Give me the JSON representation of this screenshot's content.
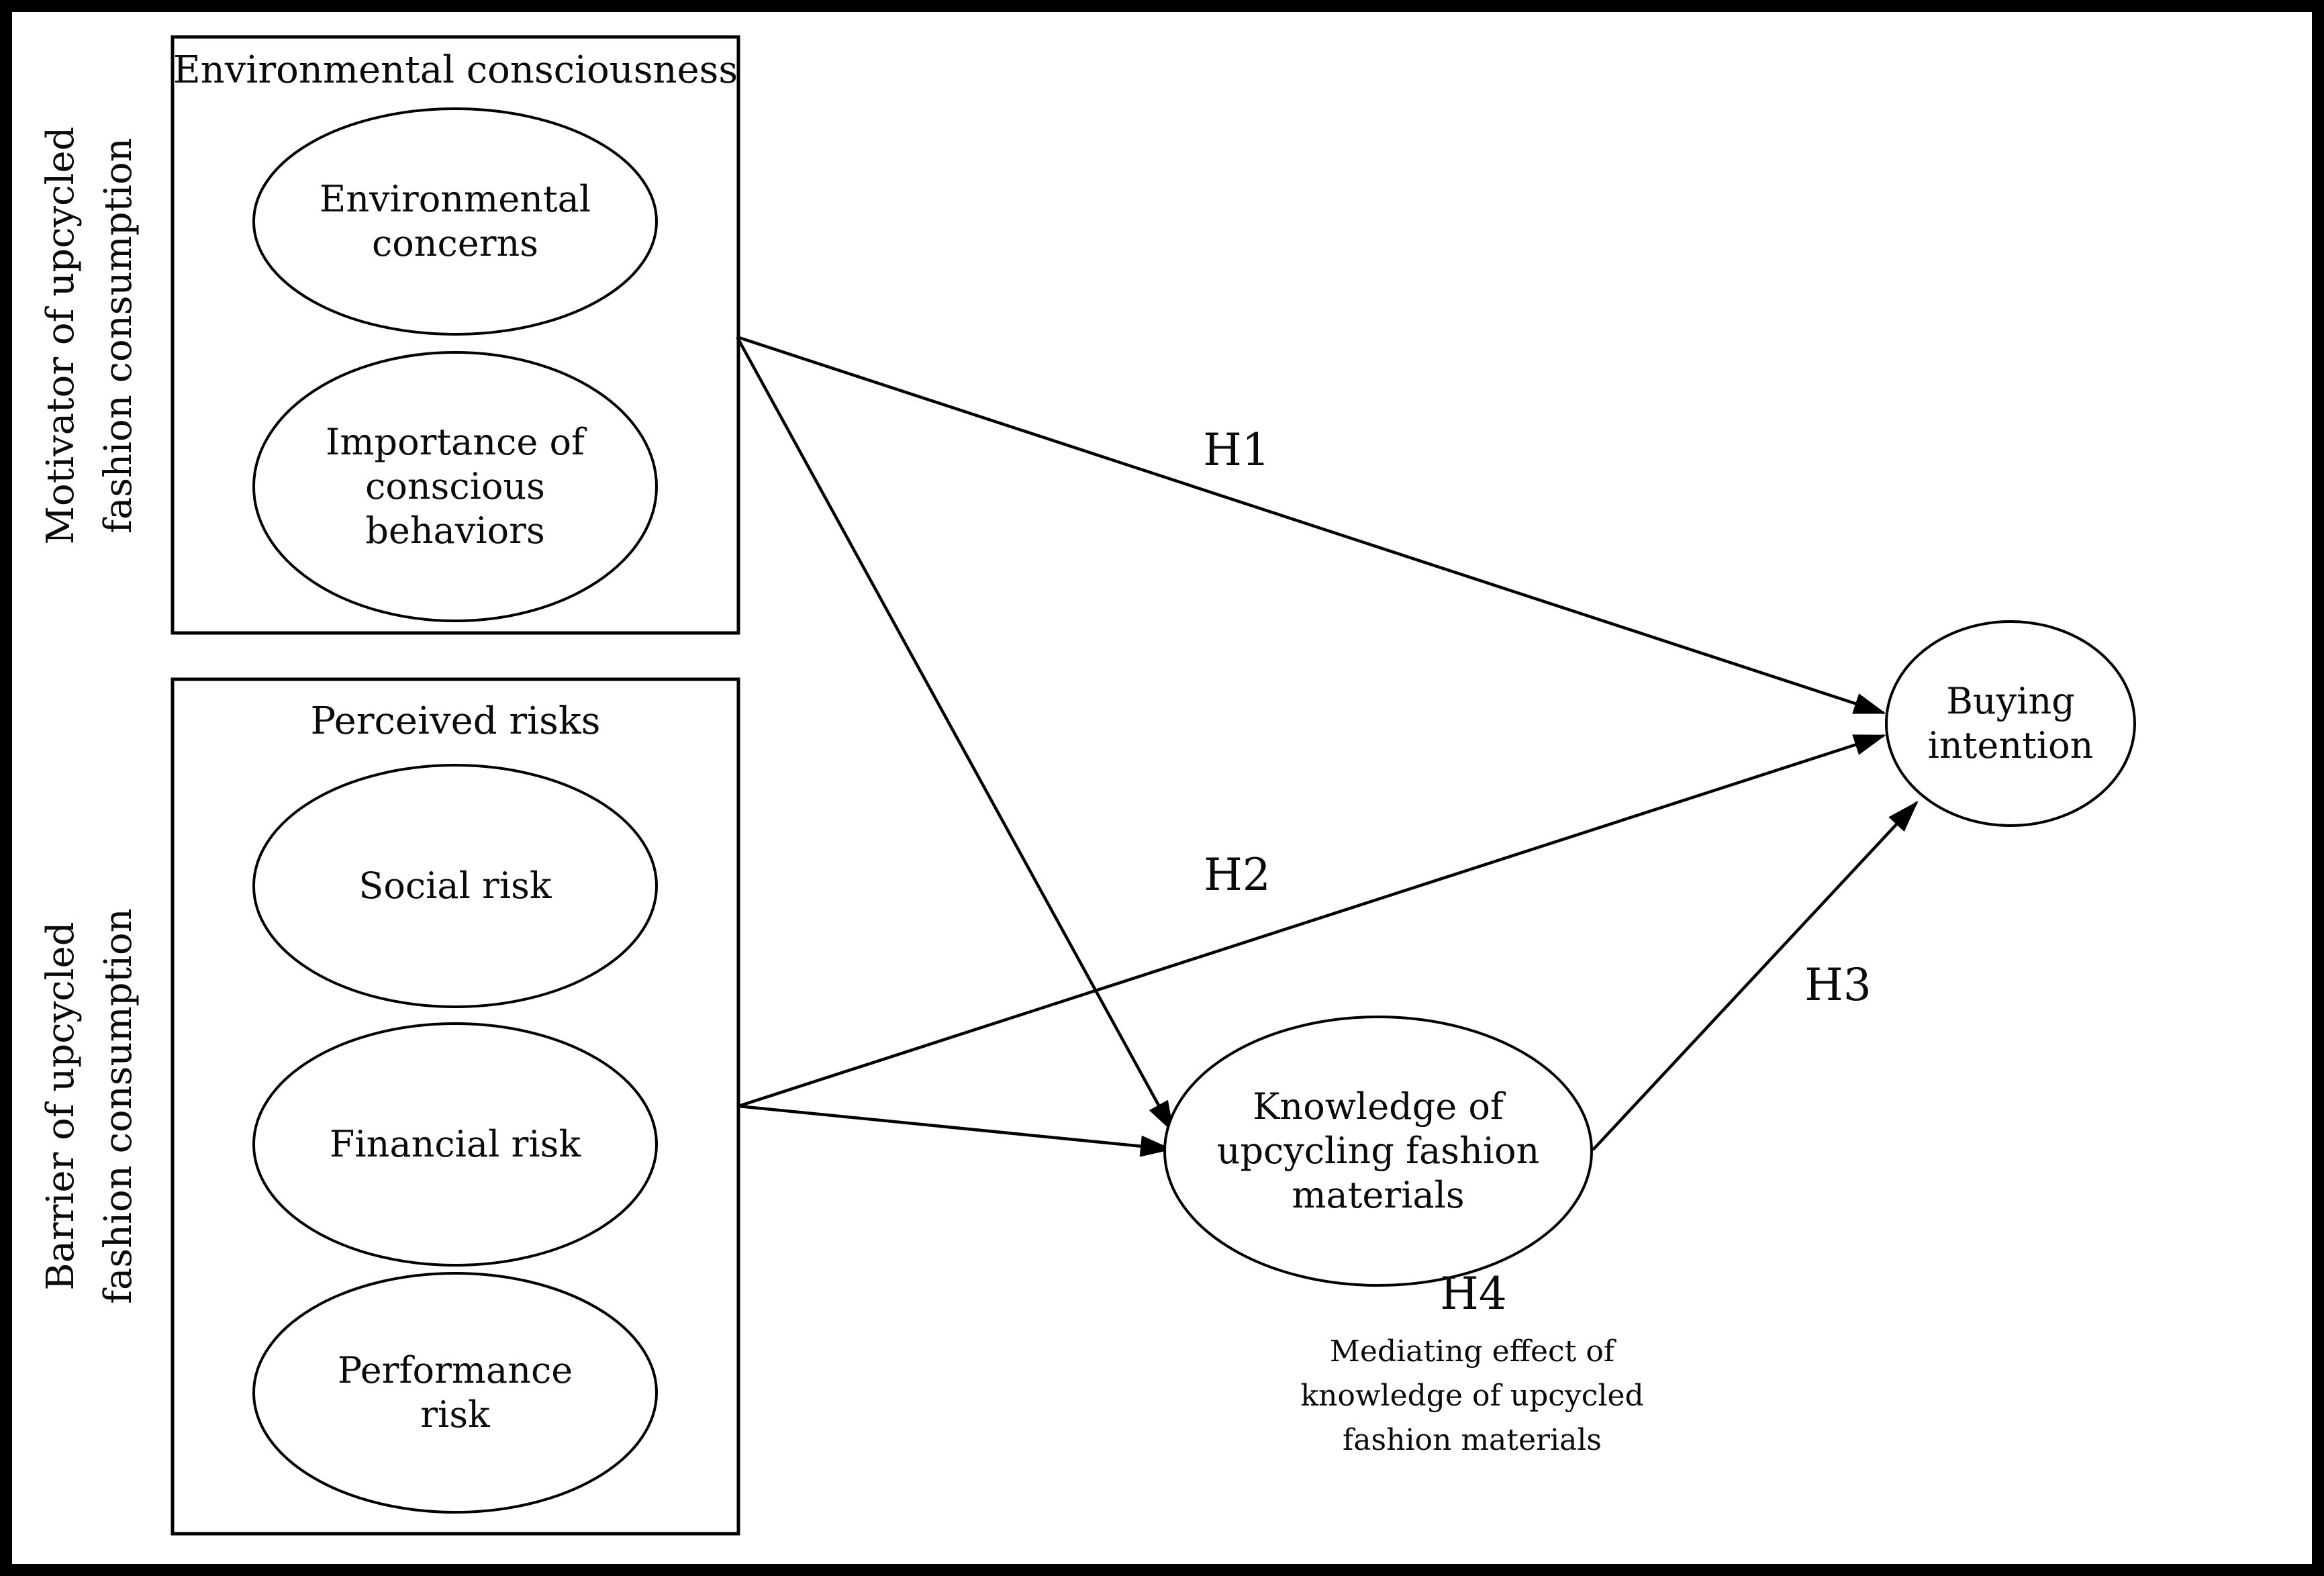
{
  "diagram": {
    "colors": {
      "stroke": "#000000",
      "background": "#ffffff",
      "text": "#0a0a0a"
    },
    "groups": [
      {
        "side_label": "Motivator of upcycled\nfashion consumption",
        "box_title": "Environmental consciousness",
        "ellipses": [
          {
            "label": "Environmental\nconcerns"
          },
          {
            "label": "Importance of\nconscious\nbehaviors"
          }
        ]
      },
      {
        "side_label": "Barrier of upcycled\nfashion consumption",
        "box_title": "Perceived risks",
        "ellipses": [
          {
            "label": "Social risk"
          },
          {
            "label": "Financial risk"
          },
          {
            "label": "Performance\nrisk"
          }
        ]
      }
    ],
    "nodes": {
      "knowledge": {
        "label": "Knowledge of\nupcycling fashion\nmaterials"
      },
      "buying": {
        "label": "Buying\nintention"
      }
    },
    "hypotheses": {
      "h1": "H1",
      "h2": "H2",
      "h3": "H3",
      "h4": "H4"
    },
    "mediation_note": "Mediating effect of\nknowledge of upcycled\nfashion materials"
  }
}
